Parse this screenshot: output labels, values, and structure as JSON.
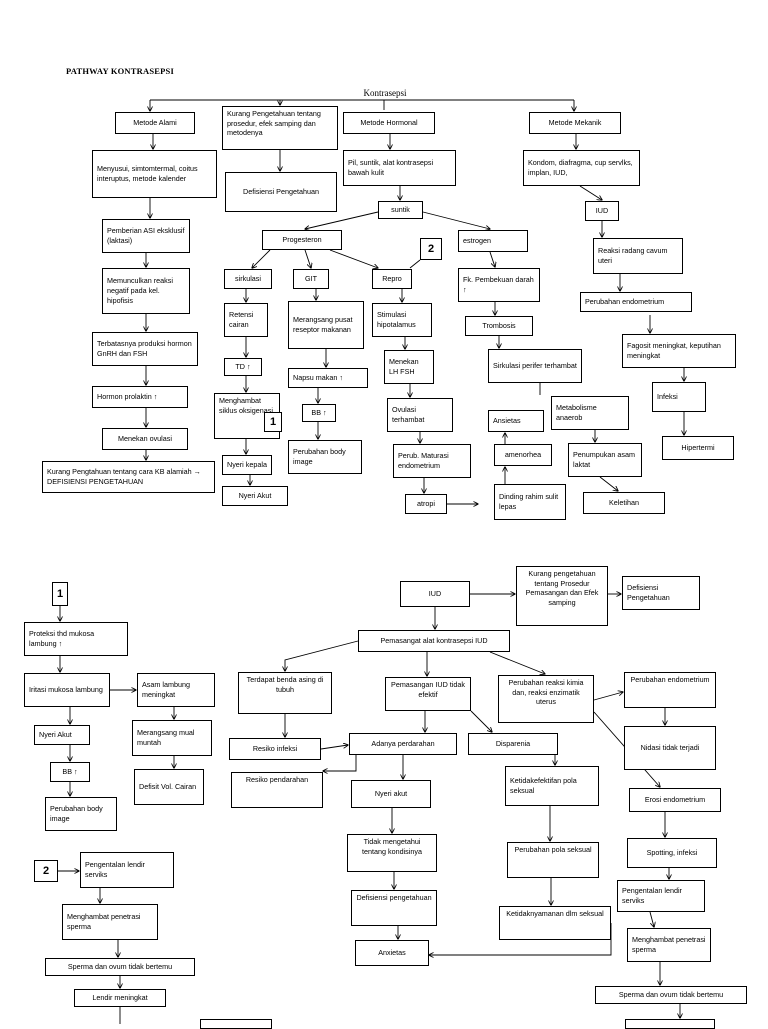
{
  "title": "PATHWAY KONTRASEPSI",
  "root": "Kontrasepsi",
  "top": {
    "metode_alami": "Metode Alami",
    "kurang_pengetahuan": "Kurang Pengetahuan tentang prosedur, efek samping dan metodenya",
    "defisiensi_pengetahuan": "Defisiensi Pengetahuan",
    "metode_hormonal": "Metode Hormonal",
    "metode_mekanik": "Metode Mekanik",
    "alami_items": "Menyusui, simtomtermal, coitus interuptus, metode kalender",
    "pemberian_asi": "Pemberian ASI eksklusif (laktasi)",
    "memunculkan": "Memunculkan reaksi negatif pada kel. hipofisis",
    "terbatasnya": "Terbatasnya produksi hormon GnRH dan FSH",
    "prolaktin": "Hormon prolaktin ↑",
    "menekan_ovulasi": "Menekan ovulasi",
    "kurang_kb": "Kurang Pengtahuan tentang cara KB alamiah → DEFISIENSI PENGETAHUAN",
    "pil": "Pil, suntik, alat kontrasepsi bawah kulit",
    "suntik": "suntik",
    "progesteron": "Progesteron",
    "estrogen": "estrogen",
    "sirkulasi": "sirkulasi",
    "git": "GIT",
    "repro": "Repro",
    "retensi": "Retensi cairan",
    "td": "TD ↑",
    "menghambat_siklus": "Menghambat siklus oksigenasi",
    "nyeri_kepala": "Nyeri kepala",
    "nyeri_akut": "Nyeri Akut",
    "merangsang_pusat": "Merangsang pusat reseptor makanan",
    "napsu": "Napsu makan ↑",
    "bb": "BB ↑",
    "perubahan_body": "Perubahan body image",
    "stimulasi": "Stimulasi hipotalamus",
    "menekan_lh": "Menekan LH FSH",
    "ovulasi": "Ovulasi terhambat",
    "perub_maturasi": "Perub. Maturasi endometrium",
    "atropi": "atropi",
    "fk_pembekuan": "Fk. Pembekuan darah ↑",
    "trombosis": "Trombosis",
    "sirkulasi_perifer": "Sirkulasi perifer terhambat",
    "ansietas": "Ansietas",
    "amenorhea": "amenorhea",
    "dinding_rahim": "Dinding rahim sulit lepas",
    "metabolisme": "Metabolisme anaerob",
    "penumpukan": "Penumpukan asam laktat",
    "keletihan": "Keletihan",
    "kondom": "Kondom, diafragma, cup servlks, implan, IUD,",
    "iud": "IUD",
    "reaksi_radang": "Reaksi radang cavum uteri",
    "perubahan_endo": "Perubahan endometrium",
    "fagosit": "Fagosit meningkat, keputihan meningkat",
    "infeksi": "Infeksi",
    "hipertermi": "Hipertermi",
    "badge_1": "1",
    "badge_2": "2"
  },
  "bottom": {
    "badge_1": "1",
    "badge_2": "2",
    "proteksi": "Proteksi thd mukosa lambung ↑",
    "iritasi": "Iritasi mukosa lambung",
    "asam_lambung": "Asam lambung meningkat",
    "merangsang_mual": "Merangsang mual muntah",
    "defisit_vol": "Defisit Vol. Cairan",
    "nyeri_akut": "Nyeri Akut",
    "bb": "BB ↑",
    "perubahan_body": "Perubahan body image",
    "pengentalan": "Pengentalan lendir serviks",
    "menghambat_penetrasi": "Menghambat penetrasi sperma",
    "sperma_ovum": "Sperma dan ovum tidak bertemu",
    "lendir": "Lendir meningkat",
    "iud": "IUD",
    "kurang_pengetahuan": "Kurang pengetahuan tentang Prosedur Pemasangan dan Efek samping",
    "defisiensi_pengetahuan": "Defisiensi Pengetahuan",
    "pemasangan": "Pemasangat alat kontrasepsi IUD",
    "benda_asing": "Terdapat benda asing di tubuh",
    "tidak_efektif": "Pemasangan IUD tidak efektif",
    "perubahan_reaksi": "Perubahan reaksi kimia dan, reaksi enzimatik uterus",
    "perubahan_endo": "Perubahan endometrium",
    "resiko_infeksi": "Resiko infeksi",
    "perdarahan": "Adanya perdarahan",
    "disparenia": "Disparenia",
    "nidasi": "Nidasi tidak terjadi",
    "resiko_pendarahan": "Resiko pendarahan",
    "nyeri_akut_2": "Nyeri akut",
    "ketidakefektifan": "Ketidakefektifan pola seksual",
    "erosi": "Erosi endometrium",
    "tidak_mengetahui": "Tidak mengetahui tentang kondisinya",
    "perubahan_pola": "Perubahan pola seksual",
    "spotting": "Spotting, infeksi",
    "defisiensi_2": "Defisiensi pengetahuan",
    "ketidaknyamanan": "Ketidaknyamanan dlm seksual",
    "pengentalan_2": "Pengentalan lendir serviks",
    "anxietas": "Anxietas",
    "menghambat_2": "Menghambat penetrasi sperma",
    "sperma_ovum_2": "Sperma dan ovum tidak bertemu"
  }
}
